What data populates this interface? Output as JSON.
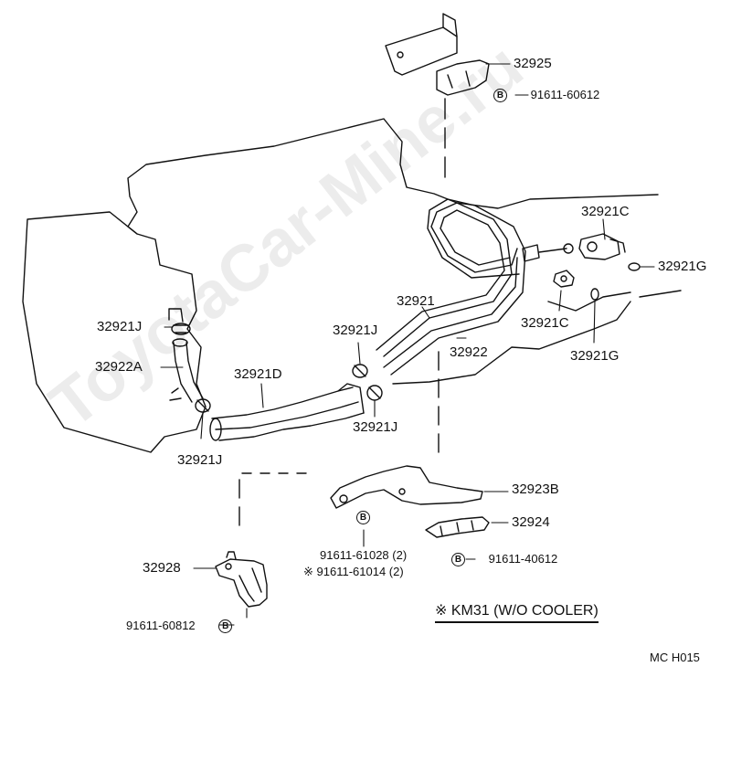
{
  "watermark": "ToyotaCar-Mine.ru",
  "labels": {
    "p32925": "32925",
    "p91611_60612": "91611-60612",
    "p32921C_top": "32921C",
    "p32921G_top": "32921G",
    "p32921": "32921",
    "p32921C_mid": "32921C",
    "p32921J_left": "32921J",
    "p32921J_mid": "32921J",
    "p32922": "32922",
    "p32921G_mid": "32921G",
    "p32922A": "32922A",
    "p32921D": "32921D",
    "p32921J_right": "32921J",
    "p32921J_bottom": "32921J",
    "p32923B": "32923B",
    "p32924": "32924",
    "p91611_40612": "91611-40612",
    "p91611_61028": "91611-61028 (2)",
    "p91611_61014": "91611-61014 (2)",
    "p32928": "32928",
    "p91611_60812": "91611-60812"
  },
  "bolt_symbol": "B",
  "star_symbol": "※",
  "note": "KM31 (W/O COOLER)",
  "code": "MC  H015"
}
